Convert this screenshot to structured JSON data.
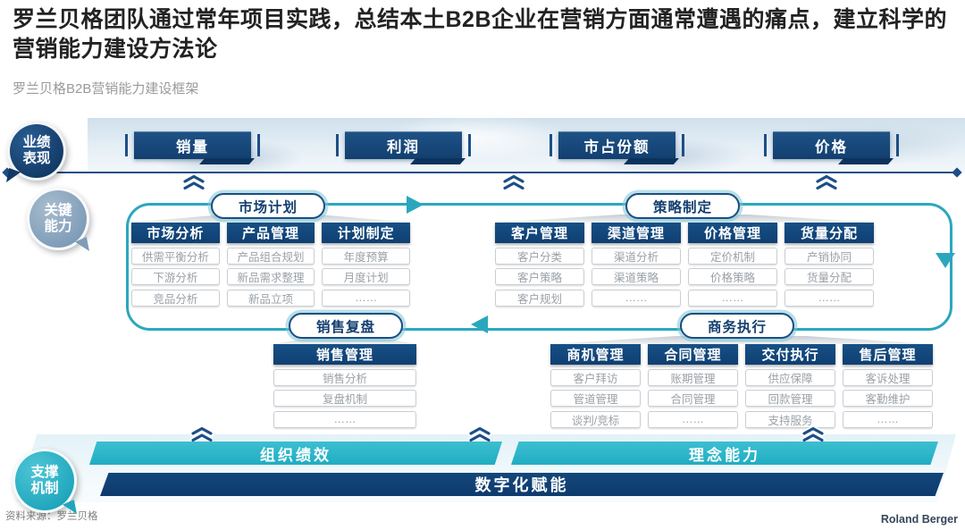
{
  "header": {
    "title": "罗兰贝格团队通过常年项目实践，总结本土B2B企业在营销方面通常遭遇的痛点，建立科学的营销能力建设方法论",
    "subtitle": "罗兰贝格B2B营销能力建设框架"
  },
  "performance": {
    "label_line1": "业绩",
    "label_line2": "表现",
    "banners": [
      "销量",
      "利润",
      "市占份额",
      "价格"
    ]
  },
  "capability": {
    "label_line1": "关键",
    "label_line2": "能力",
    "pills": [
      "市场计划",
      "策略制定",
      "销售复盘",
      "商务执行"
    ],
    "groups": [
      {
        "name": "市场计划",
        "columns": [
          {
            "header": "市场分析",
            "items": [
              "供需平衡分析",
              "下游分析",
              "竞品分析"
            ]
          },
          {
            "header": "产品管理",
            "items": [
              "产品组合规划",
              "新品需求整理",
              "新品立项"
            ]
          },
          {
            "header": "计划制定",
            "items": [
              "年度预算",
              "月度计划",
              "……"
            ]
          }
        ]
      },
      {
        "name": "策略制定",
        "columns": [
          {
            "header": "客户管理",
            "items": [
              "客户分类",
              "客户策略",
              "客户规划"
            ]
          },
          {
            "header": "渠道管理",
            "items": [
              "渠道分析",
              "渠道策略",
              "……"
            ]
          },
          {
            "header": "价格管理",
            "items": [
              "定价机制",
              "价格策略",
              "……"
            ]
          },
          {
            "header": "货量分配",
            "items": [
              "产销协同",
              "货量分配",
              "……"
            ]
          }
        ]
      },
      {
        "name": "销售复盘",
        "columns": [
          {
            "header": "销售管理",
            "items": [
              "销售分析",
              "复盘机制",
              "……"
            ]
          }
        ]
      },
      {
        "name": "商务执行",
        "columns": [
          {
            "header": "商机管理",
            "items": [
              "客户拜访",
              "管道管理",
              "谈判/竞标"
            ]
          },
          {
            "header": "合同管理",
            "items": [
              "账期管理",
              "合同管理",
              "……"
            ]
          },
          {
            "header": "交付执行",
            "items": [
              "供应保障",
              "回款管理",
              "支持服务"
            ]
          },
          {
            "header": "售后管理",
            "items": [
              "客诉处理",
              "客勤维护",
              "……"
            ]
          }
        ]
      }
    ]
  },
  "support": {
    "label_line1": "支撑",
    "label_line2": "机制",
    "bars": [
      "组织绩效",
      "理念能力"
    ],
    "full_bar": "数字化赋能"
  },
  "footer": {
    "source": "资料来源：罗兰贝格",
    "brand": "Roland Berger"
  },
  "colors": {
    "navy": "#123F70",
    "deep_navy": "#0D3A6E",
    "teal_loop": "#2BA7BD",
    "teal_bar": "#28B2C6",
    "gray_item_text": "#9AA1A7"
  }
}
